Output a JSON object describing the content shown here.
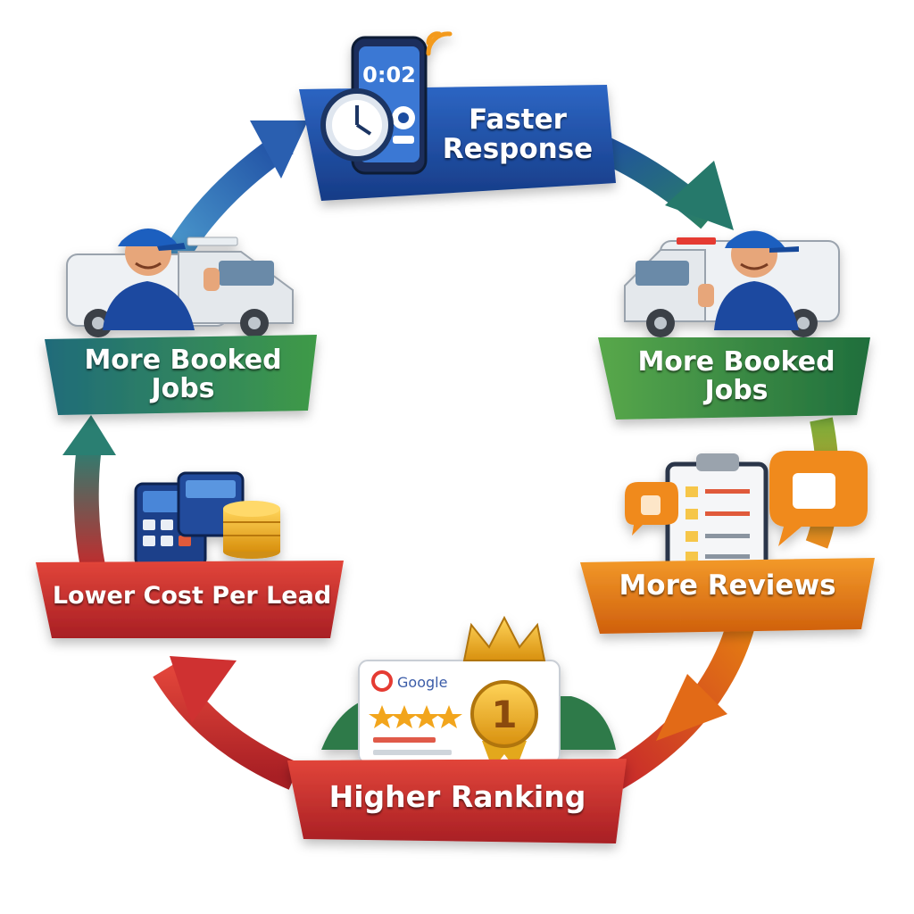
{
  "diagram": {
    "stages": [
      {
        "id": "faster-response",
        "label": "Faster Response",
        "lines": [
          "Faster",
          "Response"
        ],
        "color": "#1f4ea3"
      },
      {
        "id": "more-booked-jobs-right",
        "label": "More Booked Jobs",
        "lines": [
          "More Booked",
          "Jobs"
        ],
        "color": "#2e8a4a"
      },
      {
        "id": "more-reviews",
        "label": "More Reviews",
        "lines": [
          "More Reviews"
        ],
        "color": "#e07a12"
      },
      {
        "id": "higher-ranking",
        "label": "Higher Ranking",
        "lines": [
          "Higher Ranking"
        ],
        "color": "#c8292b"
      },
      {
        "id": "lower-cost-per-lead",
        "label": "Lower Cost Per Lead",
        "lines": [
          "Lower Cost Per Lead"
        ],
        "color": "#c12e2e"
      },
      {
        "id": "more-booked-jobs-left",
        "label": "More Booked Jobs",
        "lines": [
          "More Booked",
          "Jobs"
        ],
        "color": "#2a7f66"
      }
    ],
    "phone_timer": "0:02",
    "google_label": "Google",
    "rank_number": "1",
    "cycle_direction": "clockwise",
    "colors": {
      "blue": "#1f4ea3",
      "teal": "#2a7f72",
      "green": "#3f9a45",
      "orange": "#e47b12",
      "red": "#c8292b",
      "gold": "#f2b21b"
    }
  }
}
